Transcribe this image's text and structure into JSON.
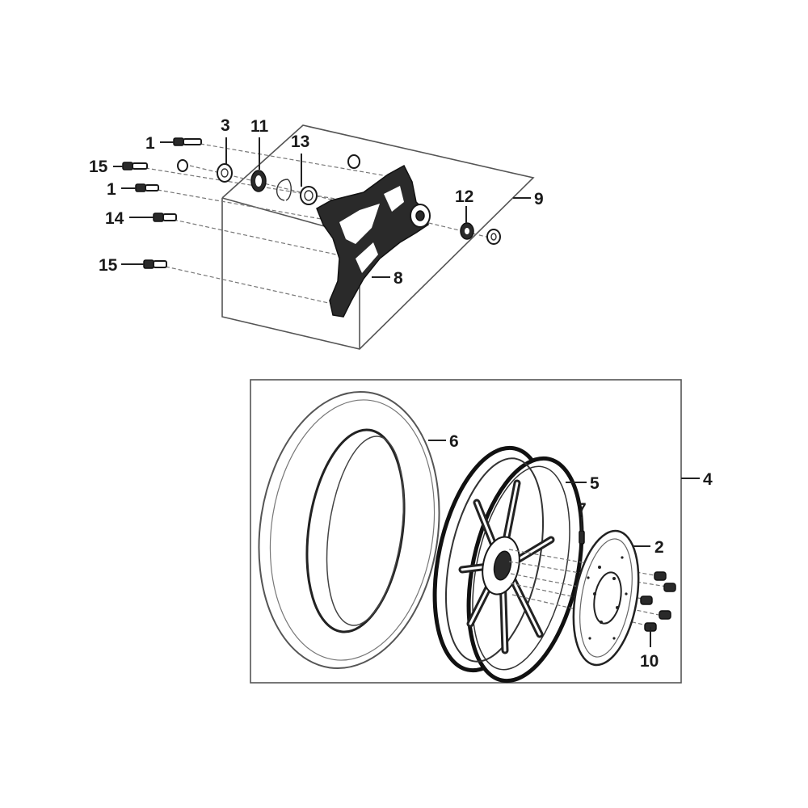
{
  "callouts": {
    "c1a": "1",
    "c3": "3",
    "c11": "11",
    "c13": "13",
    "c15a": "15",
    "c1b": "1",
    "c14": "14",
    "c15b": "15",
    "c12": "12",
    "c9": "9",
    "c8": "8",
    "c6": "6",
    "c5": "5",
    "c4": "4",
    "c7": "7",
    "c2": "2",
    "c10": "10"
  }
}
